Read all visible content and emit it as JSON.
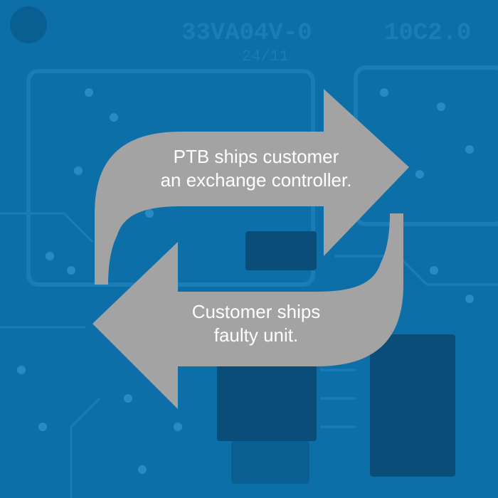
{
  "background": {
    "base_color": "#0d6fa8",
    "trace_color": "#1a7db6",
    "chip_color": "#0a5f92",
    "board_print_left": "33VA04V-0",
    "board_print_left_sub": "24/11",
    "board_print_right": "10C2.0"
  },
  "arrows": {
    "fill_color": "#a3a3a3",
    "top": {
      "direction": "right",
      "text_lines": [
        "PTB ships customer",
        "an exchange controller."
      ]
    },
    "bottom": {
      "direction": "left",
      "text_lines": [
        "Customer ships",
        "faulty unit."
      ]
    }
  }
}
